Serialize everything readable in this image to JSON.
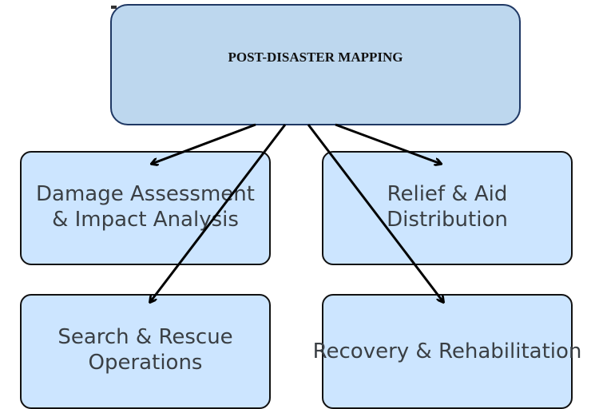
{
  "diagram": {
    "type": "hierarchy",
    "root": {
      "id": "root",
      "label": "POST-DISASTER MAPPING",
      "fill": "#bdd7ee",
      "border": "#1f3864"
    },
    "children": [
      {
        "id": "n1",
        "label": "Damage Assessment\n& Impact Analysis"
      },
      {
        "id": "n2",
        "label": "Relief & Aid\nDistribution"
      },
      {
        "id": "n3",
        "label": "Search & Rescue\nOperations"
      },
      {
        "id": "n4",
        "label": "Recovery & Rehabilitation"
      }
    ],
    "edges": [
      {
        "from": "root",
        "to": "n1"
      },
      {
        "from": "root",
        "to": "n3"
      },
      {
        "from": "root",
        "to": "n4"
      },
      {
        "from": "root",
        "to": "n2"
      }
    ],
    "node_fill": "#cce5ff",
    "node_border": "#111111",
    "text_color": "#3a3f44",
    "arrow_color": "#000000"
  }
}
